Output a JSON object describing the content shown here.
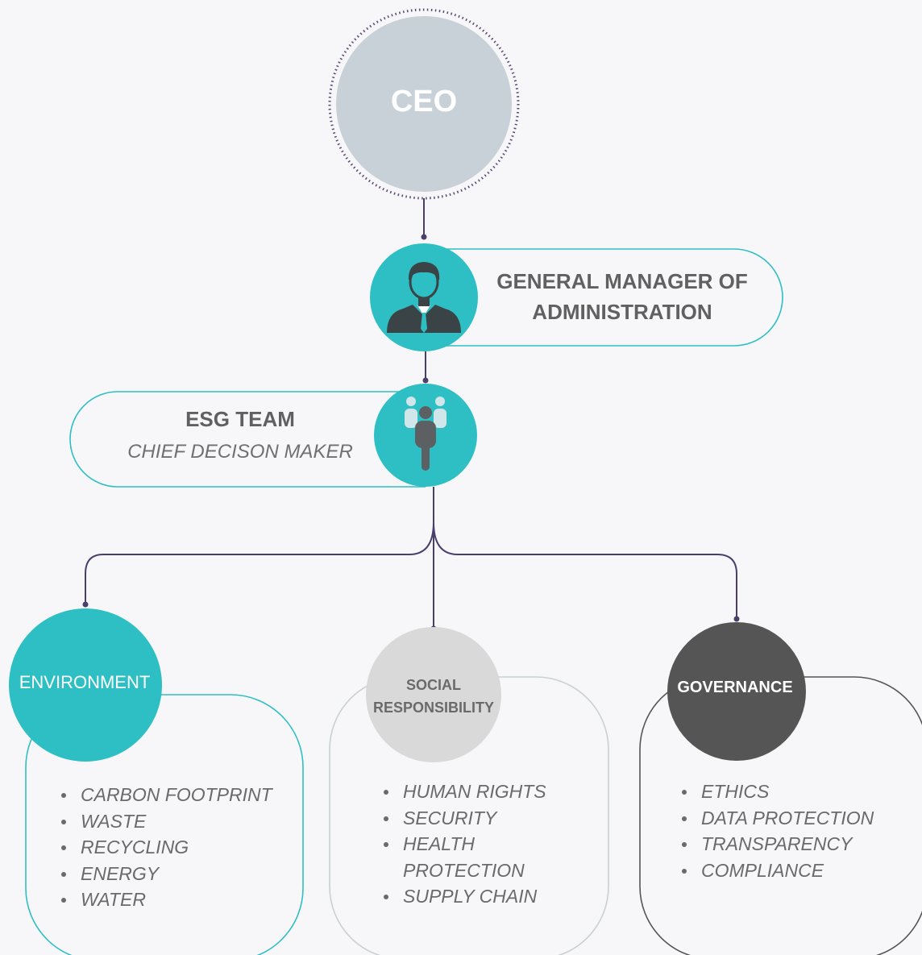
{
  "colors": {
    "teal": "#2ebfc5",
    "ceo_circle": "#c9d1d8",
    "ceo_ring": "#5a4a78",
    "connector": "#4a3f6b",
    "social_circle": "#d9d9d9",
    "governance_circle": "#555555",
    "text_gray": "#606060"
  },
  "icons": {
    "general_manager": "businessman-icon",
    "esg_team": "team-group-icon"
  },
  "ceo": {
    "label": "CEO"
  },
  "general_manager": {
    "line1": "GENERAL MANAGER OF",
    "line2": "ADMINISTRATION"
  },
  "esg_team": {
    "title": "ESG TEAM",
    "subtitle": "CHIEF DECISON MAKER"
  },
  "pillars": {
    "environment": {
      "label": "ENVIRONMENT",
      "items": [
        "CARBON FOOTPRINT",
        "WASTE",
        "RECYCLING",
        "ENERGY",
        "WATER"
      ]
    },
    "social": {
      "label_line1": "SOCIAL",
      "label_line2": "RESPONSIBILITY",
      "items": [
        "HUMAN RIGHTS",
        "SECURITY",
        "HEALTH",
        "PROTECTION",
        "SUPPLY CHAIN"
      ]
    },
    "governance": {
      "label": "GOVERNANCE",
      "items": [
        "ETHICS",
        "DATA PROTECTION",
        "TRANSPARENCY",
        "COMPLIANCE"
      ]
    }
  }
}
